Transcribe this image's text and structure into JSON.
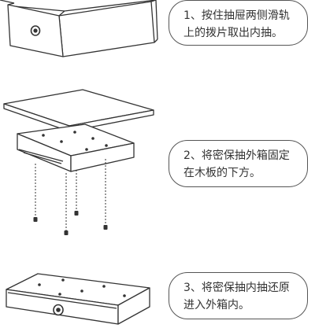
{
  "steps": [
    {
      "line1": "1、按住抽屉两侧滑轨",
      "line2": "上的拨片取出内抽。"
    },
    {
      "line1": "2、将密保抽外箱固定",
      "line2": "在木板的下方。"
    },
    {
      "line1": "3、将密保抽内抽还原",
      "line2": "进入外箱内。"
    }
  ],
  "colors": {
    "stroke": "#333333",
    "box_border": "#555555",
    "fill": "#ffffff"
  }
}
